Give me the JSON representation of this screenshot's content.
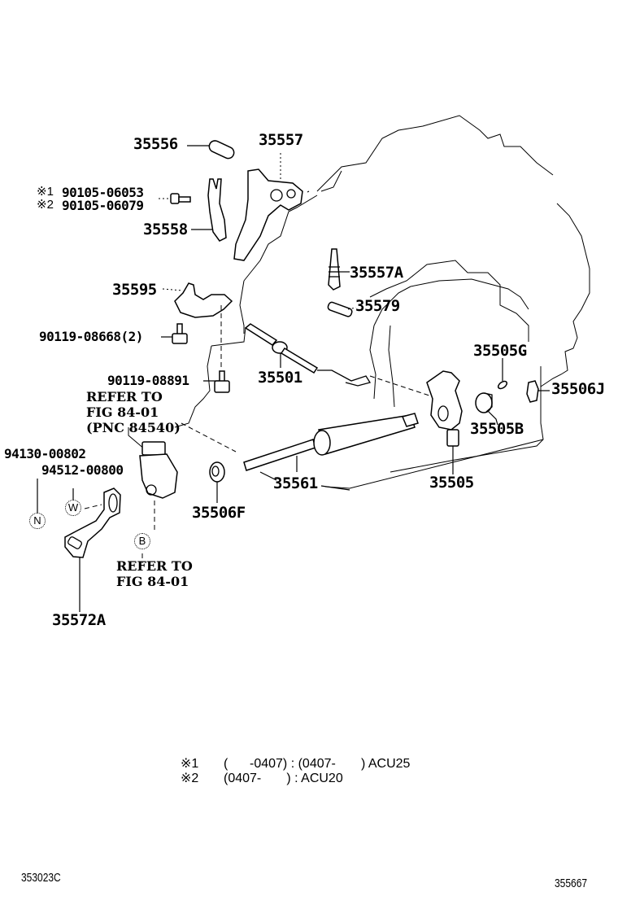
{
  "parts": {
    "p35556": "35556",
    "p35557": "35557",
    "p90105_1": "90105-06053",
    "p90105_2": "90105-06079",
    "mark1": "※1",
    "mark2": "※2",
    "p35558": "35558",
    "p35557A": "35557A",
    "p35595": "35595",
    "p35579": "35579",
    "p90119_08668": "90119-08668(2)",
    "p35505G": "35505G",
    "p90119_08891": "90119-08891",
    "p35501": "35501",
    "p35506J": "35506J",
    "p35505B": "35505B",
    "p94130": "94130-00802",
    "p94512": "94512-00800",
    "p35561": "35561",
    "p35505": "35505",
    "p35506F": "35506F",
    "p35572A": "35572A"
  },
  "references": {
    "ref1_line1": "REFER TO",
    "ref1_line2": "FIG 84-01",
    "ref1_line3": "(PNC 84540)",
    "ref2_line1": "REFER TO",
    "ref2_line2": "FIG 84-01"
  },
  "callouts": {
    "n": "N",
    "w": "W",
    "b": "B"
  },
  "notes": {
    "note1_mark": "※1",
    "note1_text": "(      -0407) : (0407-       ) ACU25",
    "note2_mark": "※2",
    "note2_text": "(0407-       ) : ACU20"
  },
  "footer": {
    "left_code": "353023C",
    "right_code": "355667"
  }
}
